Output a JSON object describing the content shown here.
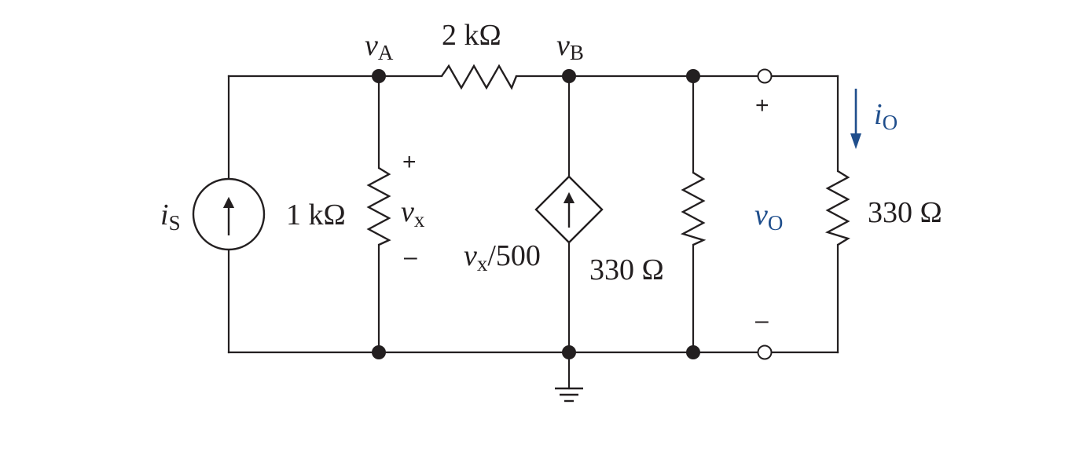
{
  "labels": {
    "node_a": {
      "var": "v",
      "sub": "A"
    },
    "node_b": {
      "var": "v",
      "sub": "B"
    },
    "r_series": "2 kΩ",
    "r_1k": "1 kΩ",
    "source_current": {
      "var": "i",
      "sub": "S"
    },
    "vx": {
      "var": "v",
      "sub": "x"
    },
    "dependent_source": {
      "var": "v",
      "sub": "x",
      "rest": "/500"
    },
    "r_330_mid": "330 Ω",
    "vo": {
      "var": "v",
      "sub": "O"
    },
    "io": {
      "var": "i",
      "sub": "O"
    },
    "r_330_load": "330 Ω",
    "plus": "+",
    "minus": "–"
  },
  "colors": {
    "wire": "#231f20",
    "output_annotation": "#1f4e8c"
  },
  "icons": {
    "ground": "ground-icon",
    "current_source": "current-source-icon",
    "dependent_current_source": "dependent-current-source-icon",
    "resistor": "resistor-icon"
  }
}
